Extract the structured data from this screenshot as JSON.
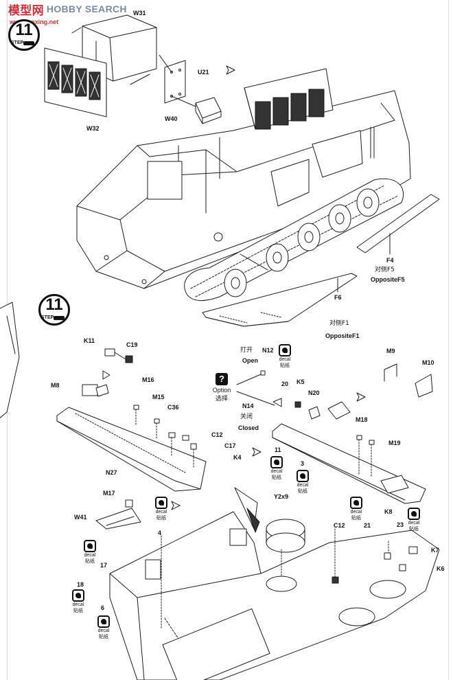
{
  "watermark": {
    "logo": "模型网",
    "search": "HOBBY SEARCH",
    "url": "www.moxing.net"
  },
  "step_top": {
    "number": "11",
    "word": "STEP"
  },
  "step_mid": {
    "number": "11",
    "word": "STEP"
  },
  "parts_top": {
    "w31": "W31",
    "u21": "U21",
    "w40": "W40",
    "w32": "W32",
    "f4": "F4",
    "f4_opposite_cn": "对侧F5",
    "f4_opposite_en": "OppositeF5",
    "f6": "F6",
    "f6_opposite_cn": "对侧F1",
    "f6_opposite_en": "OppositeF1"
  },
  "parts_mid": {
    "k11": "K11",
    "c19": "C19",
    "m8": "M8",
    "m16": "M16",
    "m15": "M15",
    "c36": "C36",
    "c12": "C12",
    "c17": "C17",
    "k4": "K4",
    "n27": "N27",
    "n12": "N12",
    "open_cn": "打开",
    "open_en": "Open",
    "n14": "N14",
    "closed_cn": "关闭",
    "closed_en": "Closed",
    "n20": "N20",
    "k5": "K5",
    "d20": "20",
    "m9": "M9",
    "m10": "M10",
    "m18": "M18",
    "m19": "M19",
    "d11": "11",
    "d3": "3"
  },
  "option": {
    "symbol": "?",
    "label_en": "Option",
    "label_cn": "选择"
  },
  "parts_bottom": {
    "m17": "M17",
    "w41": "W41",
    "y2x9": "Y2x9",
    "c12": "C12",
    "d21": "21",
    "k8": "K8",
    "d23": "23",
    "k7": "K7",
    "k6": "K6",
    "d4": "4",
    "d17": "17",
    "d18": "18",
    "d6": "6"
  },
  "decal": {
    "en": "decal",
    "cn": "贴纸"
  }
}
